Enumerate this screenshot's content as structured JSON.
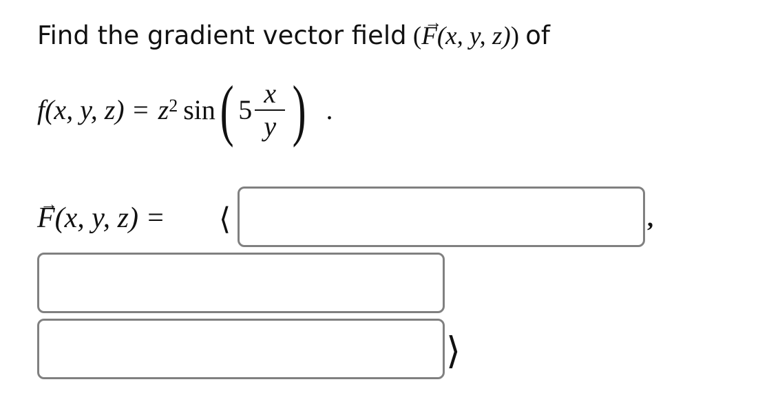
{
  "question": {
    "prompt_text": "Find the gradient vector field",
    "vector_symbol": "F",
    "vector_args": "(x, y, z)",
    "prompt_suffix": "of",
    "function_lhs": "f(x, y, z) =",
    "function_coef": "z",
    "function_exp": "2",
    "function_trig": "sin",
    "function_inner_const": "5",
    "function_numerator": "x",
    "function_denominator": "y",
    "function_period": "."
  },
  "answer": {
    "lhs_symbol": "F",
    "lhs_args": "(x, y, z) =",
    "open_bracket": "⟨",
    "separator": ",",
    "close_bracket": "⟩",
    "fields": [
      {
        "value": "",
        "placeholder": ""
      },
      {
        "value": "",
        "placeholder": ""
      },
      {
        "value": "",
        "placeholder": ""
      }
    ]
  }
}
